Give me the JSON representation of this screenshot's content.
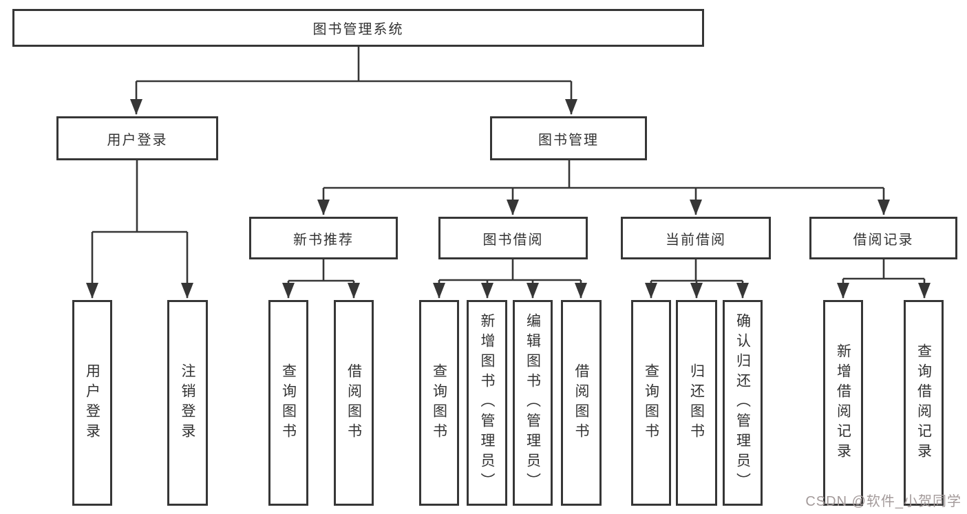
{
  "diagram": {
    "root": "图书管理系统",
    "level2": {
      "user_login": "用户登录",
      "book_mgmt": "图书管理"
    },
    "level3": {
      "new_books": "新书推荐",
      "book_borrow": "图书借阅",
      "current_borrow": "当前借阅",
      "borrow_records": "借阅记录"
    },
    "leaves": {
      "user_login": [
        "用户登录",
        "注销登录"
      ],
      "new_books": [
        "查询图书",
        "借阅图书"
      ],
      "book_borrow": [
        "查询图书",
        "新增图书（管理员）",
        "编辑图书（管理员）",
        "借阅图书"
      ],
      "current_borrow": [
        "查询图书",
        "归还图书",
        "确认归还（管理员）"
      ],
      "borrow_records": [
        "新增借阅记录",
        "查询借阅记录"
      ]
    }
  },
  "watermark": "CSDN @软件_小贺同学",
  "colors": {
    "line": "#363636",
    "text": "#333333",
    "watermark": "#a39a9a",
    "background": "#ffffff"
  }
}
